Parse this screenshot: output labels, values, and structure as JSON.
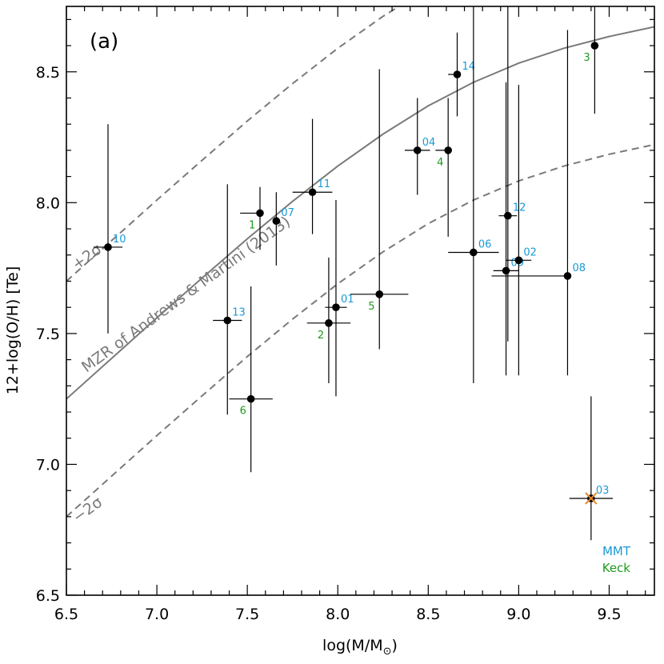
{
  "chart_data": {
    "type": "scatter",
    "panel_label": "(a)",
    "xlabel": "log(M/M",
    "xlabel_sub": "⊙",
    "xlabel_close": ")",
    "ylabel": "12+log(O/H) [Te]",
    "xlim": [
      6.5,
      9.75
    ],
    "ylim": [
      6.5,
      8.75
    ],
    "xticks": [
      6.5,
      7.0,
      7.5,
      8.0,
      8.5,
      9.0,
      9.5
    ],
    "xtick_labels": [
      "6.5",
      "7.0",
      "7.5",
      "8.0",
      "8.5",
      "9.0",
      "9.5"
    ],
    "yticks": [
      6.5,
      7.0,
      7.5,
      8.0,
      8.5
    ],
    "ytick_labels": [
      "6.5",
      "7.0",
      "7.5",
      "8.0",
      "8.5"
    ],
    "mzr": {
      "label": "MZR of Andrews & Martini (2013)",
      "upper_label": "+2σ",
      "lower_label": "−2σ",
      "x": [
        6.5,
        6.75,
        7.0,
        7.25,
        7.5,
        7.75,
        8.0,
        8.25,
        8.5,
        8.75,
        9.0,
        9.25,
        9.5,
        9.75
      ],
      "y": [
        7.25,
        7.405,
        7.56,
        7.712,
        7.862,
        8.005,
        8.14,
        8.262,
        8.37,
        8.46,
        8.533,
        8.59,
        8.635,
        8.672
      ],
      "offset": 0.45
    },
    "legend": [
      {
        "label": "MMT",
        "color": "#1a9ad6"
      },
      {
        "label": "Keck",
        "color": "#1e9b1e"
      }
    ],
    "colors": {
      "mmt": "#1a9ad6",
      "keck": "#1e9b1e",
      "curve": "#7a7a7a",
      "special": "#e8872a"
    },
    "points": [
      {
        "x": 6.73,
        "y": 7.83,
        "xerr": [
          0.08,
          0.08
        ],
        "yerr": [
          0.33,
          0.47
        ],
        "mmt": "10",
        "keck": ""
      },
      {
        "x": 7.39,
        "y": 7.55,
        "xerr": [
          0.08,
          0.08
        ],
        "yerr": [
          0.36,
          0.52
        ],
        "mmt": "13",
        "keck": ""
      },
      {
        "x": 7.52,
        "y": 7.25,
        "xerr": [
          0.12,
          0.12
        ],
        "yerr": [
          0.28,
          0.43
        ],
        "mmt": "",
        "keck": "6"
      },
      {
        "x": 7.57,
        "y": 7.96,
        "xerr": [
          0.11,
          0.0
        ],
        "yerr": [
          0.14,
          0.1
        ],
        "mmt": "",
        "keck": "1"
      },
      {
        "x": 7.66,
        "y": 7.93,
        "xerr": [
          0.0,
          0.0
        ],
        "yerr": [
          0.17,
          0.11
        ],
        "mmt": "07",
        "keck": ""
      },
      {
        "x": 7.86,
        "y": 8.04,
        "xerr": [
          0.11,
          0.11
        ],
        "yerr": [
          0.16,
          0.28
        ],
        "mmt": "11",
        "keck": ""
      },
      {
        "x": 7.95,
        "y": 7.54,
        "xerr": [
          0.12,
          0.12
        ],
        "yerr": [
          0.23,
          0.25
        ],
        "mmt": "",
        "keck": "2"
      },
      {
        "x": 7.99,
        "y": 7.6,
        "xerr": [
          0.06,
          0.06
        ],
        "yerr": [
          0.34,
          0.41
        ],
        "mmt": "01",
        "keck": ""
      },
      {
        "x": 8.23,
        "y": 7.65,
        "xerr": [
          0.16,
          0.16
        ],
        "yerr": [
          0.21,
          0.86
        ],
        "mmt": "",
        "keck": "5"
      },
      {
        "x": 8.44,
        "y": 8.2,
        "xerr": [
          0.07,
          0.07
        ],
        "yerr": [
          0.17,
          0.2
        ],
        "mmt": "04",
        "keck": ""
      },
      {
        "x": 8.61,
        "y": 8.2,
        "xerr": [
          0.07,
          0.0
        ],
        "yerr": [
          0.33,
          0.2
        ],
        "mmt": "",
        "keck": "4"
      },
      {
        "x": 8.66,
        "y": 8.49,
        "xerr": [
          0.05,
          0.0
        ],
        "yerr": [
          0.16,
          0.16
        ],
        "mmt": "14",
        "keck": ""
      },
      {
        "x": 8.75,
        "y": 7.81,
        "xerr": [
          0.14,
          0.14
        ],
        "yerr": [
          0.5,
          0.94
        ],
        "mmt": "06",
        "keck": ""
      },
      {
        "x": 8.94,
        "y": 7.95,
        "xerr": [
          0.05,
          0.05
        ],
        "yerr": [
          0.48,
          0.8
        ],
        "mmt": "12",
        "keck": ""
      },
      {
        "x": 8.93,
        "y": 7.74,
        "xerr": [
          0.07,
          0.07
        ],
        "yerr": [
          0.4,
          0.72
        ],
        "mmt": "09",
        "keck": ""
      },
      {
        "x": 9.0,
        "y": 7.78,
        "xerr": [
          0.07,
          0.07
        ],
        "yerr": [
          0.44,
          0.67
        ],
        "mmt": "02",
        "keck": ""
      },
      {
        "x": 9.27,
        "y": 7.72,
        "xerr": [
          0.42,
          0.0
        ],
        "yerr": [
          0.38,
          0.94
        ],
        "mmt": "08",
        "keck": ""
      },
      {
        "x": 9.42,
        "y": 8.6,
        "xerr": [
          0.0,
          0.0
        ],
        "yerr": [
          0.26,
          0.15
        ],
        "mmt": "",
        "keck": "3"
      },
      {
        "x": 9.4,
        "y": 6.87,
        "xerr": [
          0.12,
          0.12
        ],
        "yerr": [
          0.16,
          0.39
        ],
        "mmt": "03",
        "keck": "",
        "special": true
      }
    ]
  }
}
